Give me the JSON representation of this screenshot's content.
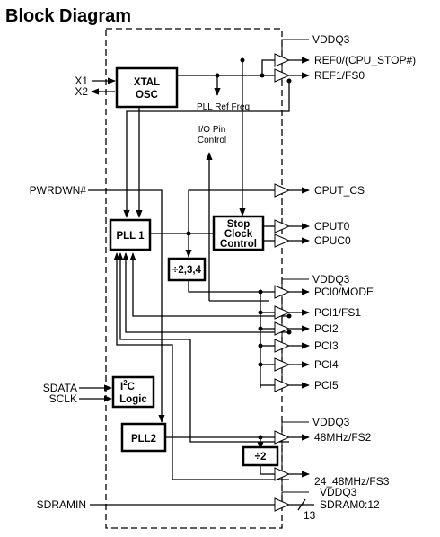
{
  "title": "Block Diagram",
  "blocks": {
    "xtal": [
      "XTAL",
      "OSC"
    ],
    "pll1": "PLL 1",
    "stop_clock": [
      "Stop",
      "Clock",
      "Control"
    ],
    "div234": "÷2,3,4",
    "i2c": {
      "prefix": "I",
      "sup": "2",
      "suffix": "C",
      "line2": "Logic"
    },
    "pll2": "PLL2",
    "div2": "÷2"
  },
  "annotations": {
    "pll_ref_freq": "PLL Ref Freq",
    "io_pin_control": [
      "I/O Pin",
      "Control"
    ]
  },
  "inputs": {
    "x1": "X1",
    "x2": "X2",
    "pwrdwn": "PWRDWN#",
    "sdata": "SDATA",
    "sclk": "SCLK",
    "sdramin": "SDRAMIN"
  },
  "outputs": {
    "vddq3_ref": "VDDQ3",
    "ref0": "REF0/(CPU_STOP#)",
    "ref1": "REF1/FS0",
    "cput_cs": "CPUT_CS",
    "cput0": "CPUT0",
    "cpuc0": "CPUC0",
    "vddq3_pci": "VDDQ3",
    "pci0": "PCI0/MODE",
    "pci1": "PCI1/FS1",
    "pci2": "PCI2",
    "pci3": "PCI3",
    "pci4": "PCI4",
    "pci5": "PCI5",
    "vddq3_48": "VDDQ3",
    "mhz48": "48MHz/FS2",
    "mhz24_48": "24_48MHz/FS3",
    "vddq3_sdram": "VDDQ3",
    "sdram": "SDRAM0:12",
    "sdram_count": "13"
  }
}
